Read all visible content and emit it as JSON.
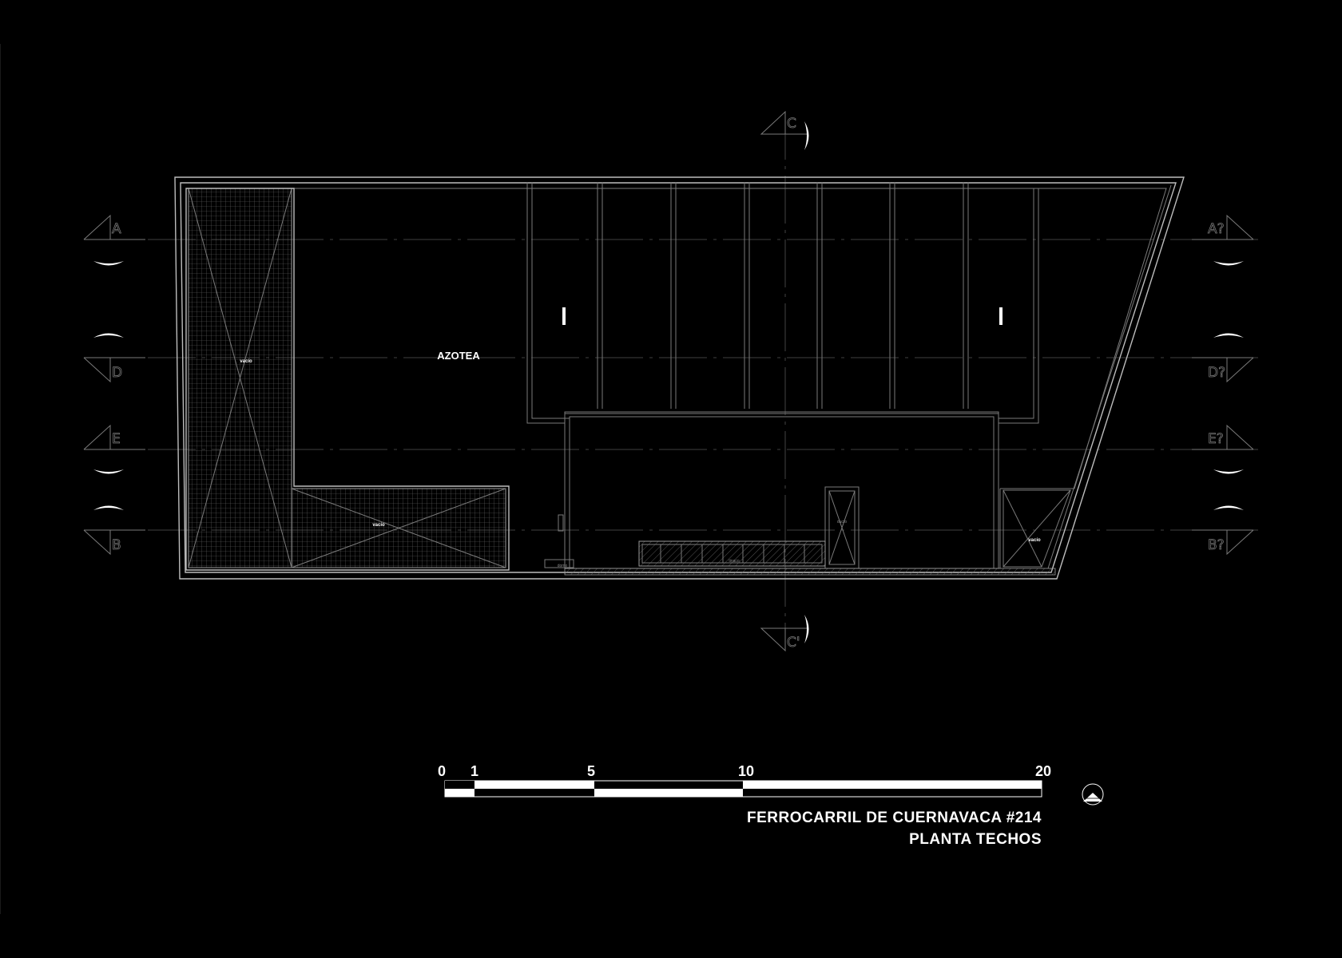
{
  "labels": {
    "azotea": "AZOTEA",
    "vacio_left": "vacío",
    "vacio_bottom": "vacío",
    "vacio_right": "vacío",
    "duct": "ducto",
    "tank": "tinaco",
    "hatch": "domo"
  },
  "section_markers": {
    "left": [
      "A",
      "D",
      "E",
      "B"
    ],
    "right": [
      "A?",
      "D?",
      "E?",
      "B?"
    ],
    "top": "C",
    "bottom": "C'"
  },
  "scale_bar": {
    "ticks": [
      "0",
      "1",
      "5",
      "10",
      "20"
    ]
  },
  "title_block": {
    "line1": "FERROCARRIL DE CUERNAVACA #214",
    "line2": "PLANTA TECHOS"
  },
  "icons": {
    "north_arrow": "north-arrow-icon"
  }
}
